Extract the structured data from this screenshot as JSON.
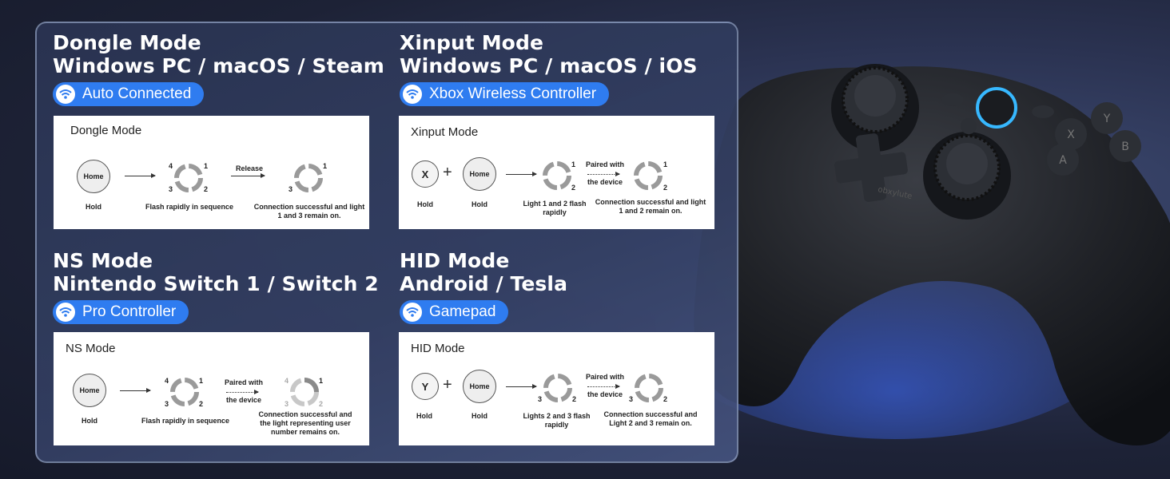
{
  "modes": [
    {
      "title_line1": "Dongle Mode",
      "title_line2": "Windows PC / macOS / Steam",
      "badge": "Auto Connected",
      "card": {
        "title": "Dongle Mode",
        "home": "Home",
        "hold": "Hold",
        "step1": "Flash rapidly in sequence",
        "arrow2": "Release",
        "result": "Connection successful and light 1 and 3 remain on."
      }
    },
    {
      "title_line1": "Xinput Mode",
      "title_line2": "Windows PC / macOS / iOS",
      "badge": "Xbox Wireless Controller",
      "card": {
        "title": "Xinput Mode",
        "key": "X",
        "home": "Home",
        "hold_key": "Hold",
        "hold_home": "Hold",
        "step1": "Light 1 and 2 flash rapidly",
        "arrow2_a": "Paired with",
        "arrow2_b": "the device",
        "result": "Connection successful and light 1 and 2 remain on."
      }
    },
    {
      "title_line1": "NS Mode",
      "title_line2": "Nintendo Switch 1 / Switch 2",
      "badge": "Pro Controller",
      "card": {
        "title": "NS Mode",
        "home": "Home",
        "hold": "Hold",
        "step1": "Flash rapidly in sequence",
        "arrow2_a": "Paired with",
        "arrow2_b": "the device",
        "result": "Connection successful and the light representing user number remains on."
      }
    },
    {
      "title_line1": "HID Mode",
      "title_line2": "Android / Tesla",
      "badge": "Gamepad",
      "card": {
        "title": "HID Mode",
        "key": "Y",
        "home": "Home",
        "hold_key": "Hold",
        "hold_home": "Hold",
        "step1": "Lights 2 and 3 flash rapidly",
        "arrow2_a": "Paired with",
        "arrow2_b": "the device",
        "result": "Connection successful and Light 2 and 3 remain on."
      }
    }
  ],
  "ring_numbers": [
    "1",
    "2",
    "3",
    "4"
  ],
  "plus": "+",
  "controller": {
    "brand": "obxylute",
    "face_buttons": [
      "Y",
      "X",
      "B",
      "A"
    ]
  },
  "colors": {
    "badge": "#2f7cf0",
    "home_glow": "#37b8ff",
    "background": "#1d2236"
  }
}
